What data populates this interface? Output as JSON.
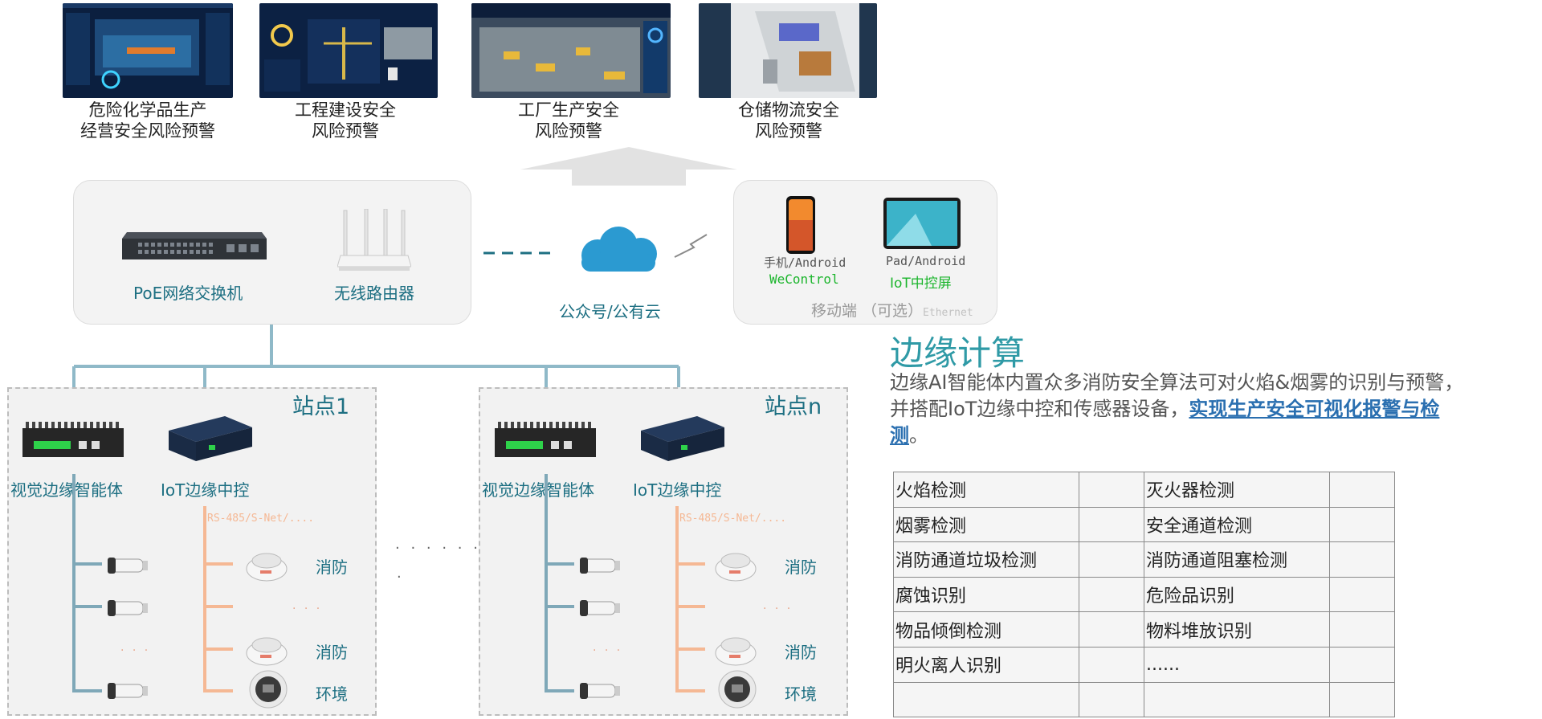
{
  "top_scenarios": [
    {
      "line1": "危险化学品生产",
      "line2": "经营安全风险预警"
    },
    {
      "line1": "工程建设安全",
      "line2": "风险预警"
    },
    {
      "line1": "工厂生产安全",
      "line2": "风险预警"
    },
    {
      "line1": "仓储物流安全",
      "line2": "风险预警"
    }
  ],
  "network": {
    "switch_label": "PoE网络交换机",
    "router_label": "无线路由器",
    "cloud_label": "公众号/公有云"
  },
  "mobile": {
    "phone_line1": "手机/Android",
    "phone_line2": "WeControl",
    "pad_line1": "Pad/Android",
    "pad_line2": "IoT中控屏",
    "footer_main": "移动端 （可选）",
    "footer_sub": "Ethernet"
  },
  "sites": [
    {
      "title": "站点1"
    },
    {
      "title": "站点n"
    }
  ],
  "site_labels": {
    "vision_agent": "视觉边缘智能体",
    "iot_hub": "IoT边缘中控",
    "bus": "RS-485/S-Net/....",
    "fire1": "消防",
    "fire2": "消防",
    "env": "环境",
    "ellipsis_mid": "· · ·",
    "ellipsis_cam": "· · ·",
    "between_dots": "· · · · · ·",
    "between_dot2": "·"
  },
  "edge": {
    "title": "边缘计算",
    "desc1": "边缘AI智能体内置众多消防安全算法可对火焰&烟雾的识别与预警，",
    "desc2_prefix": "并搭配IoT边缘中控和传感器设备，",
    "desc2_link": "实现生产安全可视化报警与检",
    "desc3_link": "测",
    "desc3_suffix": "。"
  },
  "detections": [
    [
      "火焰检测",
      "",
      "灭火器检测",
      ""
    ],
    [
      "烟雾检测",
      "",
      "安全通道检测",
      ""
    ],
    [
      "消防通道垃圾检测",
      "",
      "消防通道阻塞检测",
      ""
    ],
    [
      "腐蚀识别",
      "",
      "危险品识别",
      ""
    ],
    [
      "物品倾倒检测",
      "",
      "物料堆放识别",
      ""
    ],
    [
      "明火离人识别",
      "",
      "......",
      ""
    ],
    [
      "",
      "",
      "",
      ""
    ]
  ],
  "colors": {
    "teal": "#1d6f82",
    "line_blue": "#8fb9c8",
    "orange": "#f5b894",
    "green_text": "#1bb52c",
    "link": "#2a6fb0"
  }
}
